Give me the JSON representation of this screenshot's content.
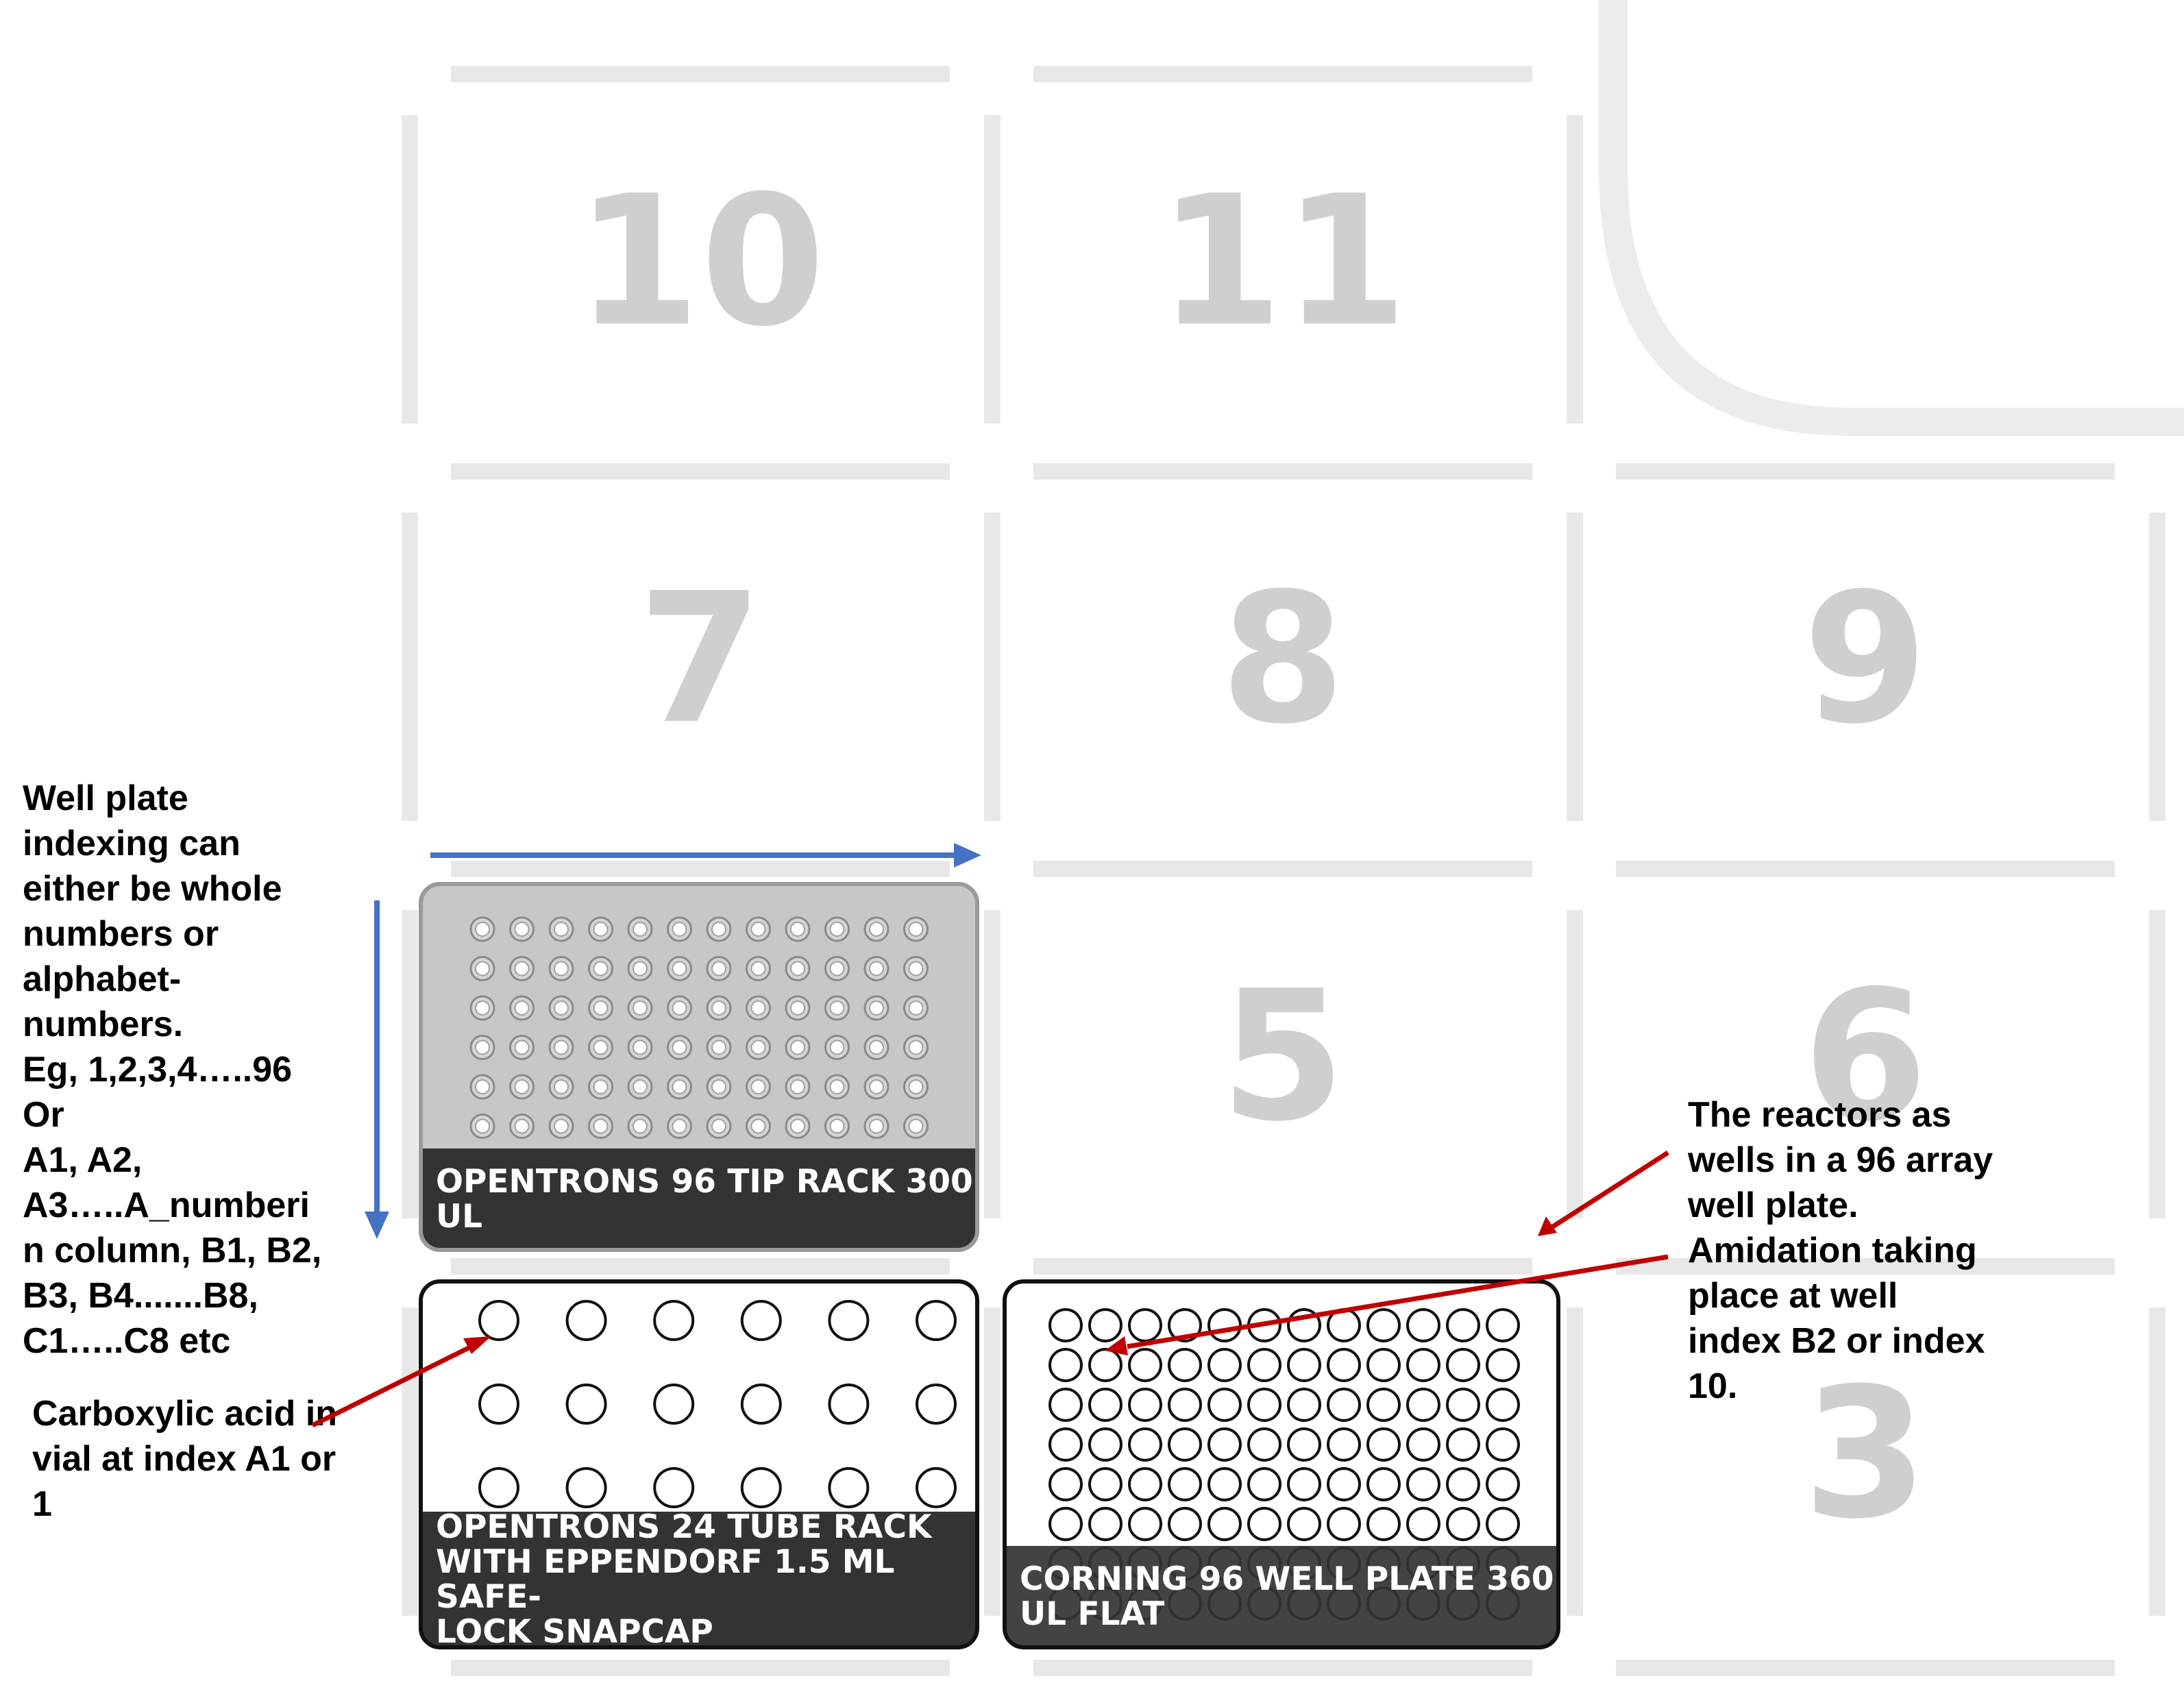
{
  "deck": {
    "slots": [
      {
        "number": "10"
      },
      {
        "number": "11"
      },
      {
        "number": "7"
      },
      {
        "number": "8"
      },
      {
        "number": "9"
      },
      {
        "number": "5"
      },
      {
        "number": "6"
      },
      {
        "number": "3"
      }
    ],
    "trash_bin": {
      "color": "#ececec"
    }
  },
  "labware": {
    "tip_rack": {
      "label": "OPENTRONS 96 TIP RACK 300 UL",
      "label_lines": [
        "OPENTRONS 96 TIP RACK 300",
        "UL"
      ],
      "rows": 8,
      "columns": 12
    },
    "tube_rack": {
      "label": "OPENTRONS 24 TUBE RACK WITH EPPENDORF 1.5 ML SAFE-LOCK SNAPCAP",
      "label_lines": [
        "OPENTRONS 24 TUBE RACK",
        "WITH EPPENDORF 1.5 ML SAFE-",
        "LOCK SNAPCAP"
      ],
      "rows": 4,
      "columns": 6
    },
    "well_plate": {
      "label": "CORNING 96 WELL PLATE 360 UL FLAT",
      "label_lines": [
        "CORNING 96 WELL PLATE 360",
        "UL FLAT"
      ],
      "rows": 8,
      "columns": 12
    }
  },
  "annotations": {
    "indexing_note": "Well plate\nindexing can\neither be whole\nnumbers or\nalphabet-\nnumbers.\nEg, 1,2,3,4…..96\nOr\nA1, A2,\nA3…..A_numberi\nn column, B1, B2,\nB3, B4.......B8,\nC1…..C8 etc",
    "acid_note": "Carboxylic acid in\nvial at index A1 or\n1",
    "reactor_note": "The reactors as\nwells in a 96 array\nwell plate.\nAmidation taking\nplace at well\nindex B2 or index\n10."
  },
  "colors": {
    "slot_line": "#e8e8e8",
    "slot_number": "#cfcfcf",
    "label_bar": "#333333",
    "tip_rack_fill": "#c7c7c7",
    "index_arrow": "#4472c4",
    "pointer_arrow": "#c00000"
  }
}
